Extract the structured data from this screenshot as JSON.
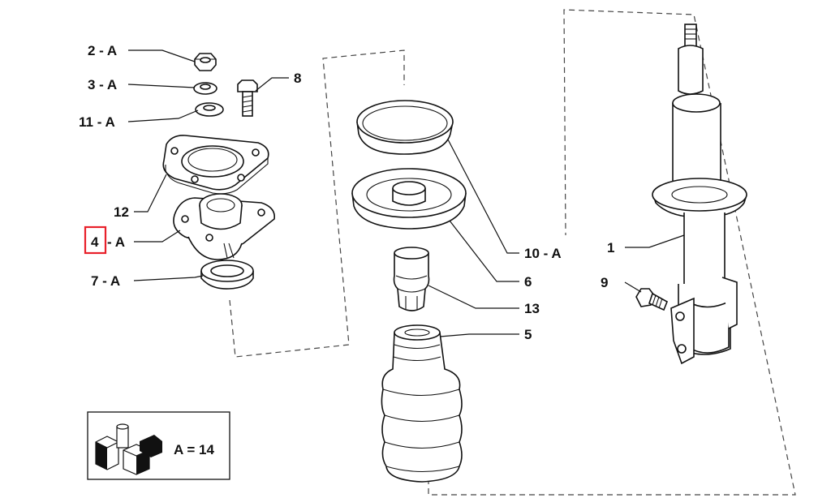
{
  "callouts": {
    "c2": "2 - A",
    "c3": "3 - A",
    "c11": "11 - A",
    "c8": "8",
    "c12": "12",
    "c4num": "4",
    "c4suf": "- A",
    "c7": "7 - A",
    "c10": "10 - A",
    "c6": "6",
    "c13": "13",
    "c5": "5",
    "c1": "1",
    "c9": "9"
  },
  "legend": {
    "text": "A = 14"
  },
  "colors": {
    "highlight": "#e8202a",
    "ink": "#111111",
    "dash": "#444444"
  }
}
